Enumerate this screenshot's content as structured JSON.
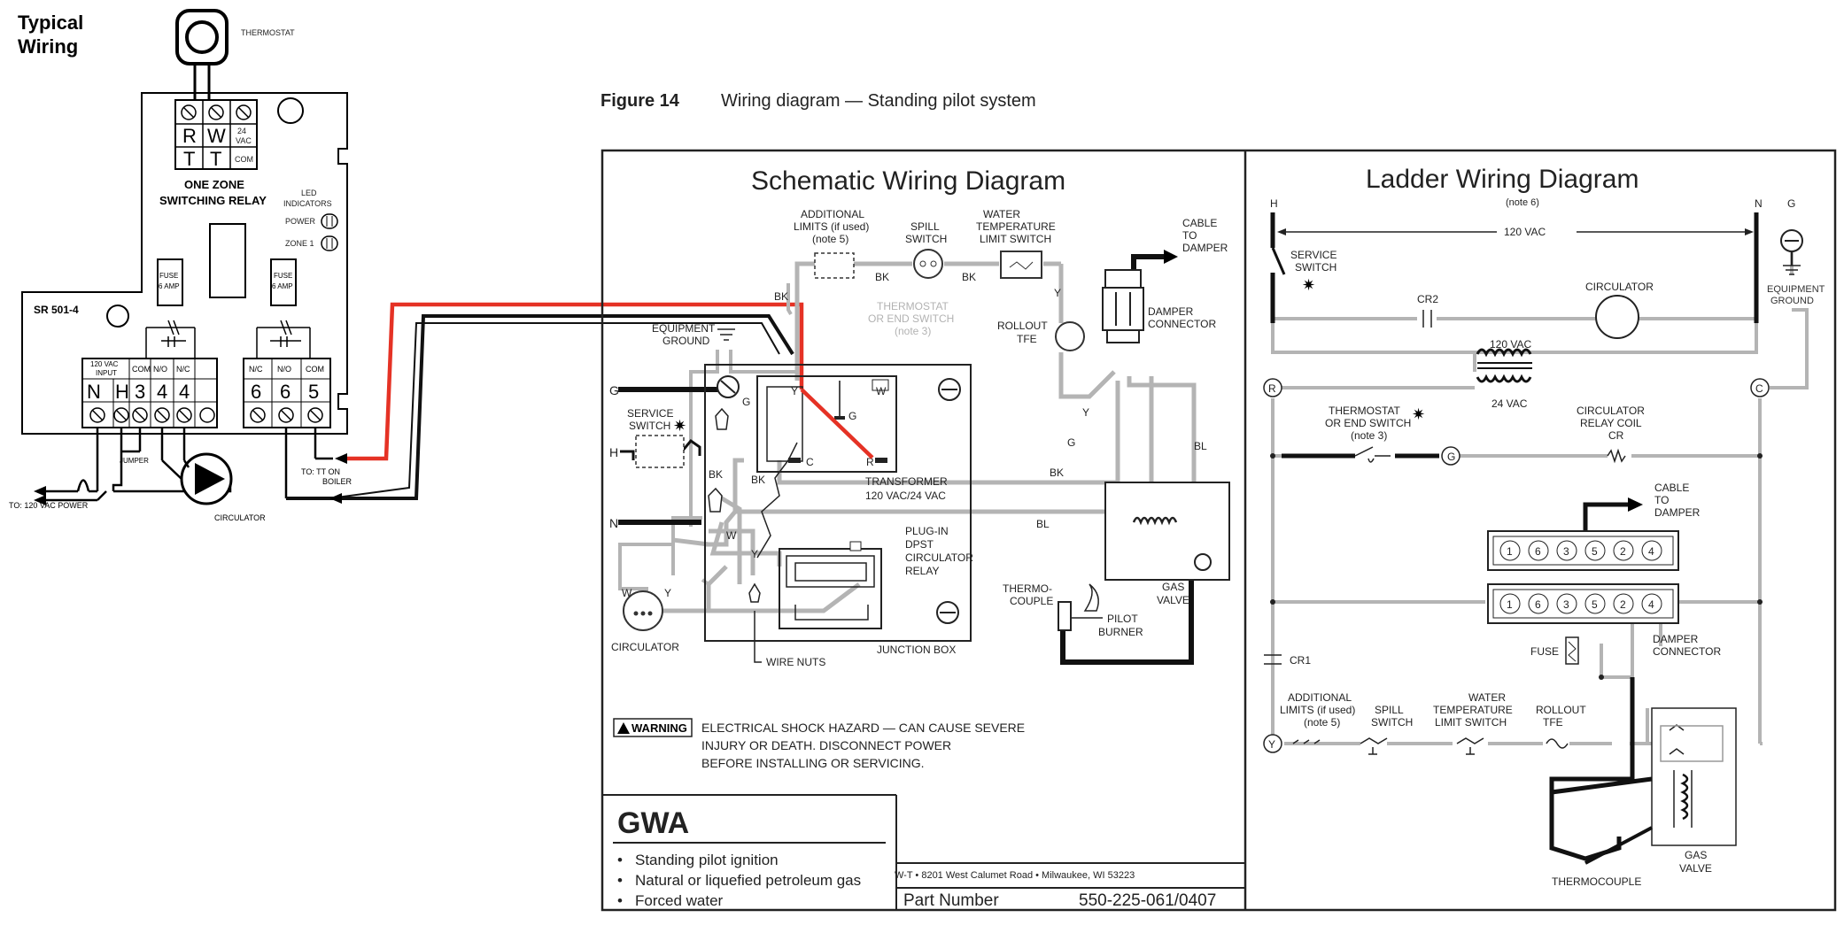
{
  "relay": {
    "heading_line1": "Typical",
    "heading_line2": "Wiring",
    "thermostat": "THERMOSTAT",
    "top_terms": [
      "R",
      "W",
      "T",
      "T"
    ],
    "vac_24": "24",
    "vac_24b": "VAC",
    "com": "COM",
    "title1": "ONE ZONE",
    "title2": "SWITCHING RELAY",
    "led1": "LED",
    "led2": "INDICATORS",
    "power": "POWER",
    "zone1": "ZONE 1",
    "fuse1": "FUSE",
    "fuse2": "6 AMP",
    "model": "SR 501-4",
    "input1": "120 VAC",
    "input2": "INPUT",
    "bottom_terms": [
      "N",
      "H",
      "3",
      "4",
      "4",
      "6",
      "6",
      "5"
    ],
    "bottom_hdrs": [
      "COM",
      "N/O",
      "N/C",
      "N/C",
      "N/O",
      "COM"
    ],
    "jumper": "JUMPER",
    "circulator": "CIRCULATOR",
    "power_to": "TO: 120 VAC POWER",
    "tt1": "TO: TT ON",
    "tt2": "BOILER"
  },
  "figure": {
    "label": "Figure 14",
    "caption": "Wiring diagram — Standing pilot system"
  },
  "schematic": {
    "title": "Schematic Wiring Diagram",
    "add_limits": [
      "ADDITIONAL",
      "LIMITS (if used)",
      "(note 5)"
    ],
    "spill": [
      "SPILL",
      "SWITCH"
    ],
    "water": [
      "WATER",
      "TEMPERATURE",
      "LIMIT SWITCH"
    ],
    "cable": [
      "CABLE",
      "TO",
      "DAMPER"
    ],
    "equip": [
      "EQUIPMENT",
      "GROUND"
    ],
    "thermostat": [
      "THERMOSTAT",
      "OR END SWITCH",
      "(note 3)"
    ],
    "rollout": [
      "ROLLOUT",
      "TFE"
    ],
    "damper_conn": [
      "DAMPER",
      "CONNECTOR"
    ],
    "service": [
      "SERVICE",
      "SWITCH"
    ],
    "transformer": [
      "TRANSFORMER",
      "120 VAC/24 VAC"
    ],
    "plugin": [
      "PLUG-IN",
      "DPST",
      "CIRCULATOR",
      "RELAY"
    ],
    "thermocouple": [
      "THERMO-",
      "COUPLE"
    ],
    "pilot": [
      "PILOT",
      "BURNER"
    ],
    "gasvalve": [
      "GAS",
      "VALVE"
    ],
    "circulator": "CIRCULATOR",
    "wirenuts": "WIRE NUTS",
    "junction": "JUNCTION BOX",
    "wires": {
      "G": "G",
      "H": "H",
      "N": "N",
      "W": "W",
      "Y": "Y",
      "BK": "BK",
      "BL": "BL",
      "C": "C",
      "R": "R"
    },
    "warning_badge": "WARNING",
    "warning": [
      "ELECTRICAL SHOCK HAZARD — CAN CAUSE SEVERE",
      "INJURY OR DEATH.  DISCONNECT POWER",
      "BEFORE INSTALLING OR SERVICING."
    ],
    "brand": "GWA",
    "bullets": [
      "Standing pilot ignition",
      "Natural or liquefied petroleum gas",
      "Forced water"
    ],
    "address": "W-T • 8201 West Calumet Road • Milwaukee, WI 53223",
    "part_label": "Part Number",
    "part_number": "550-225-061/0407"
  },
  "ladder": {
    "title": "Ladder Wiring Diagram",
    "note6": "(note 6)",
    "H": "H",
    "N": "N",
    "G": "G",
    "vac120": "120 VAC",
    "service": [
      "SERVICE",
      "SWITCH"
    ],
    "cr2": "CR2",
    "circulator": "CIRCULATOR",
    "equip": [
      "EQUIPMENT",
      "GROUND"
    ],
    "xfmr": "120 VAC",
    "vac24": "24 VAC",
    "R": "R",
    "C": "C",
    "thermostat": [
      "THERMOSTAT",
      "OR END SWITCH",
      "(note 3)"
    ],
    "relay_coil": [
      "CIRCULATOR",
      "RELAY COIL",
      "CR"
    ],
    "cable": [
      "CABLE",
      "TO",
      "DAMPER"
    ],
    "pins_top": [
      "1",
      "6",
      "3",
      "5",
      "2",
      "4"
    ],
    "pins_bot": [
      "1",
      "6",
      "3",
      "5",
      "2",
      "4"
    ],
    "fuse": "FUSE",
    "damper_conn": [
      "DAMPER",
      "CONNECTOR"
    ],
    "cr1": "CR1",
    "limits": [
      "ADDITIONAL",
      "LIMITS (if used)",
      "(note 5)"
    ],
    "spill": [
      "SPILL",
      "SWITCH"
    ],
    "water": [
      "WATER",
      "TEMPERATURE",
      "LIMIT SWITCH"
    ],
    "rollout": [
      "ROLLOUT",
      "TFE"
    ],
    "Y": "Y",
    "thermocouple": "THERMOCOUPLE",
    "gasvalve": [
      "GAS",
      "VALVE"
    ]
  }
}
